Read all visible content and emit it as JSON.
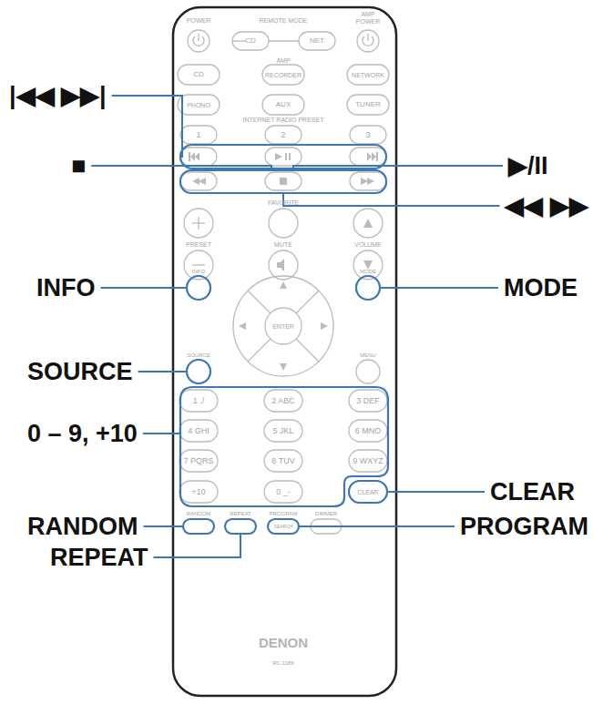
{
  "diagram": {
    "labels": [
      "|◀◀ ▶▶|",
      "■",
      "▶/II",
      "◀◀ ▶▶",
      "INFO",
      "MODE",
      "SOURCE",
      "0 – 9, +10",
      "CLEAR",
      "RANDOM",
      "PROGRAM",
      "REPEAT",
      "POWER",
      "REMOTE MODE",
      "AMP POWER",
      "CD",
      "NET",
      "AMP",
      "CD",
      "RECORDER",
      "NETWORK",
      "PHONO",
      "AUX",
      "TUNER",
      "INTERNET RADIO PRESET",
      "1",
      "2",
      "3",
      "FAVORITE",
      "PRESET",
      "MUTE",
      "VOLUME",
      "INFO",
      "MODE",
      "ENTER",
      "SOURCE",
      "MENU",
      "1 ./",
      "2 ABC",
      "3 DEF",
      "4 GHI",
      "5 JKL",
      "6 MNO",
      "7 PQRS",
      "8 TUV",
      "9 WXYZ",
      "+10",
      "0 _-",
      "CLEAR",
      "RANDOM",
      "REPEAT",
      "PROGRAM",
      "DIMMER",
      "SEARCH",
      "DENON",
      "RC-1186"
    ]
  }
}
